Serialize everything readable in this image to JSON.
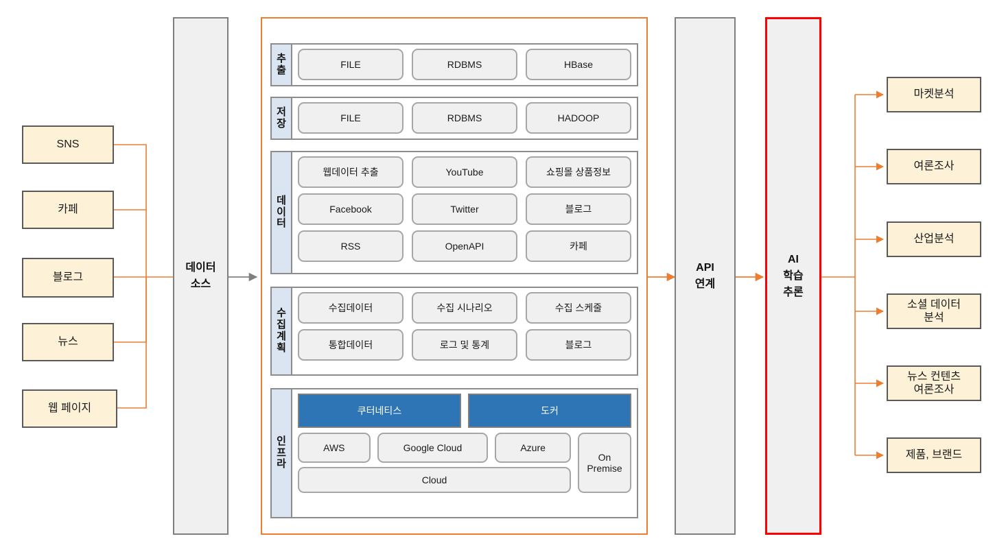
{
  "sources": {
    "items": [
      {
        "label": "SNS"
      },
      {
        "label": "카페"
      },
      {
        "label": "블로그"
      },
      {
        "label": "뉴스"
      },
      {
        "label": "웹 페이지"
      }
    ]
  },
  "pillars": {
    "data_source": "데이터\n소스",
    "api": "API\n연계",
    "ai": "AI\n학습\n추론"
  },
  "platform": {
    "layers": [
      {
        "name": "extract",
        "label": "추출",
        "rows": [
          [
            "FILE",
            "RDBMS",
            "HBase"
          ]
        ]
      },
      {
        "name": "store",
        "label": "저장",
        "rows": [
          [
            "FILE",
            "RDBMS",
            "HADOOP"
          ]
        ]
      },
      {
        "name": "data",
        "label": "데이터",
        "rows": [
          [
            "웹데이터 추출",
            "YouTube",
            "쇼핑몰 상품정보"
          ],
          [
            "Facebook",
            "Twitter",
            "블로그"
          ],
          [
            "RSS",
            "OpenAPI",
            "카페"
          ]
        ]
      },
      {
        "name": "collection-plan",
        "label": "수집계획",
        "rows": [
          [
            "수집데이터",
            "수집 시나리오",
            "수집 스케줄"
          ],
          [
            "통합데이터",
            "로그 및 통계",
            "블로그"
          ]
        ]
      }
    ],
    "infra": {
      "label": "인프라",
      "platforms": [
        "쿠터네티스",
        "도커"
      ],
      "clouds": [
        "AWS",
        "Google Cloud",
        "Azure"
      ],
      "cloud_group": "Cloud",
      "on_premise": "On\nPremise"
    }
  },
  "outputs": {
    "items": [
      {
        "label": "마켓분석"
      },
      {
        "label": "여론조사"
      },
      {
        "label": "산업분석"
      },
      {
        "label": "소셜 데이터\n분석"
      },
      {
        "label": "뉴스 컨텐츠\n여론조사"
      },
      {
        "label": "제품, 브랜드"
      }
    ]
  },
  "colors": {
    "accent_orange": "#ED7D31",
    "source_fill": "#fdf2d7",
    "pillar_fill": "#f0f0f0",
    "layer_label_fill": "#dbe5f1",
    "chip_fill": "#f0f0f0",
    "blue_fill": "#2E75B6",
    "ai_border": "#ff0000",
    "gray_border": "#595959"
  }
}
